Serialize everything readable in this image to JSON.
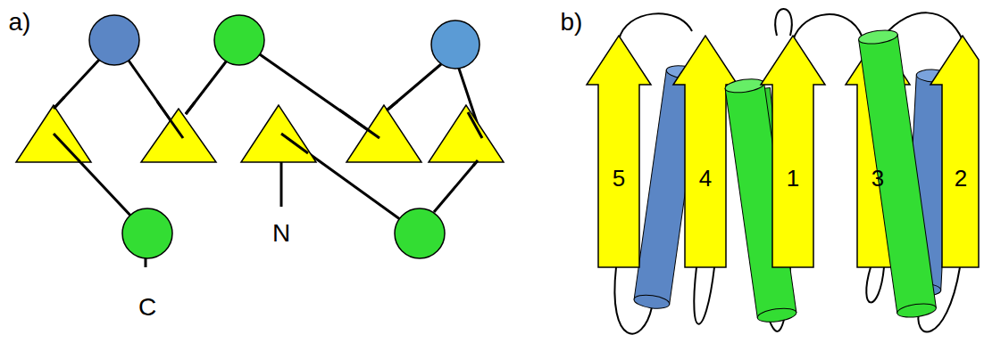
{
  "diagram": {
    "labels": [
      "a)",
      "b)",
      "5",
      "4",
      "1",
      "3",
      "2",
      "N",
      "C"
    ]
  }
}
